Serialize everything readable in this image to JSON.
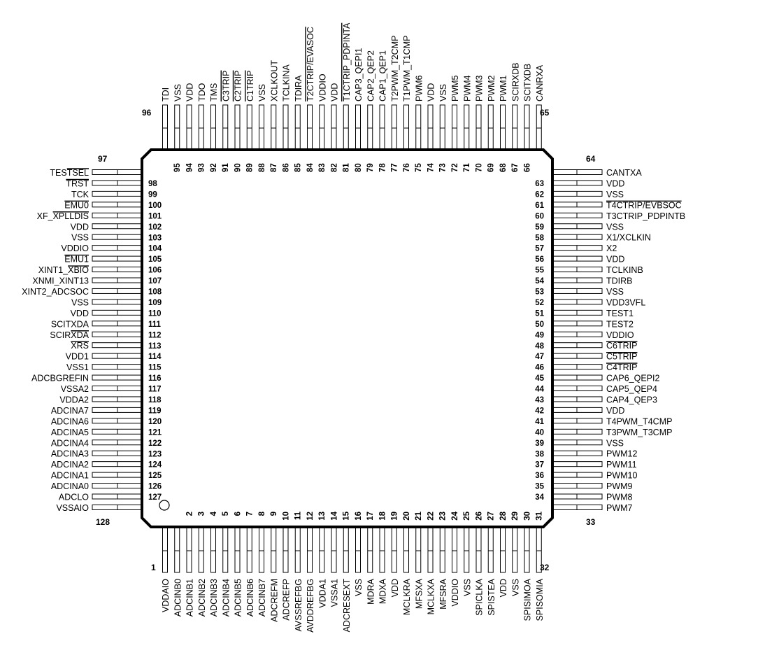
{
  "package": {
    "corner_numbers": {
      "top_left": "96",
      "top_right": "65",
      "left_top": "97",
      "right_top": "64",
      "left_bottom": "128",
      "right_bottom": "33",
      "bottom_left": "1",
      "bottom_right": "32"
    }
  },
  "pins": {
    "left": [
      {
        "num": "98",
        "label": "TESTSEL",
        "overline": "TSEL"
      },
      {
        "num": "99",
        "label": "TRST",
        "overline": "TRST"
      },
      {
        "num": "100",
        "label": "TCK"
      },
      {
        "num": "101",
        "label": "EMU0",
        "overline": "EMU0"
      },
      {
        "num": "102",
        "label": "XF_XPLLDIS",
        "overline": "XPLLDIS"
      },
      {
        "num": "103",
        "label": "VDD"
      },
      {
        "num": "104",
        "label": "VSS"
      },
      {
        "num": "105",
        "label": "VDDIO"
      },
      {
        "num": "106",
        "label": "EMU1",
        "overline": "EMU1"
      },
      {
        "num": "107",
        "label": "XINT1_XBIO",
        "overline": "XBIO"
      },
      {
        "num": "108",
        "label": "XNMI_XINT13"
      },
      {
        "num": "109",
        "label": "XINT2_ADCSOC"
      },
      {
        "num": "110",
        "label": "VSS"
      },
      {
        "num": "111",
        "label": "VDD"
      },
      {
        "num": "112",
        "label": "SCITXDA"
      },
      {
        "num": "113",
        "label": "SCIRXDA",
        "overline": "XDA"
      },
      {
        "num": "114",
        "label": "XRS",
        "overline": "XRS"
      },
      {
        "num": "115",
        "label": "VDD1"
      },
      {
        "num": "116",
        "label": "VSS1"
      },
      {
        "num": "117",
        "label": "ADCBGREFIN"
      },
      {
        "num": "118",
        "label": "VSSA2"
      },
      {
        "num": "119",
        "label": "VDDA2"
      },
      {
        "num": "120",
        "label": "ADCINA7"
      },
      {
        "num": "121",
        "label": "ADCINA6"
      },
      {
        "num": "122",
        "label": "ADCINA5"
      },
      {
        "num": "123",
        "label": "ADCINA4"
      },
      {
        "num": "124",
        "label": "ADCINA3"
      },
      {
        "num": "125",
        "label": "ADCINA2"
      },
      {
        "num": "126",
        "label": "ADCINA1"
      },
      {
        "num": "127",
        "label": "ADCINA0"
      },
      {
        "num": "",
        "label": "ADCLO"
      },
      {
        "num": "",
        "label": "VSSAIO"
      }
    ],
    "right": [
      {
        "num": "63",
        "label": "CANTXA"
      },
      {
        "num": "62",
        "label": "VDD"
      },
      {
        "num": "61",
        "label": "VSS"
      },
      {
        "num": "60",
        "label": "T4CTRIP/EVBSOC",
        "overline": "T4CTRIP/EVBSOC"
      },
      {
        "num": "59",
        "label": "T3CTRIP_PDPINTB"
      },
      {
        "num": "58",
        "label": "VSS"
      },
      {
        "num": "57",
        "label": "X1/XCLKIN"
      },
      {
        "num": "56",
        "label": "X2"
      },
      {
        "num": "55",
        "label": "VDD"
      },
      {
        "num": "54",
        "label": "TCLKINB"
      },
      {
        "num": "53",
        "label": "TDIRB"
      },
      {
        "num": "52",
        "label": "VSS"
      },
      {
        "num": "51",
        "label": "VDD3VFL"
      },
      {
        "num": "50",
        "label": "TEST1"
      },
      {
        "num": "49",
        "label": "TEST2"
      },
      {
        "num": "48",
        "label": "VDDIO"
      },
      {
        "num": "47",
        "label": "C6TRIP",
        "overline": "C6TRIP"
      },
      {
        "num": "46",
        "label": "C5TRIP",
        "overline": "C5TRIP"
      },
      {
        "num": "45",
        "label": "C4TRIP",
        "overline": "C4TRIP"
      },
      {
        "num": "44",
        "label": "CAP6_QEPI2"
      },
      {
        "num": "43",
        "label": "CAP5_QEP4"
      },
      {
        "num": "42",
        "label": "CAP4_QEP3"
      },
      {
        "num": "41",
        "label": "VDD"
      },
      {
        "num": "40",
        "label": "T4PWM_T4CMP"
      },
      {
        "num": "39",
        "label": "T3PWM_T3CMP"
      },
      {
        "num": "38",
        "label": "VSS"
      },
      {
        "num": "37",
        "label": "PWM12"
      },
      {
        "num": "36",
        "label": "PWM11"
      },
      {
        "num": "35",
        "label": "PWM10"
      },
      {
        "num": "34",
        "label": "PWM9"
      },
      {
        "num": "",
        "label": "PWM8"
      },
      {
        "num": "",
        "label": "PWM7"
      }
    ],
    "top": [
      {
        "num": "95",
        "label": "TDI"
      },
      {
        "num": "94",
        "label": "VSS"
      },
      {
        "num": "93",
        "label": "VDD"
      },
      {
        "num": "92",
        "label": "TDO"
      },
      {
        "num": "91",
        "label": "TMS"
      },
      {
        "num": "90",
        "label": "C3TRIP",
        "overline": "C3TRIP"
      },
      {
        "num": "89",
        "label": "C2TRIP",
        "overline": "C2TRIP"
      },
      {
        "num": "88",
        "label": "C1TRIP",
        "overline": "C1TRIP"
      },
      {
        "num": "87",
        "label": "VSS"
      },
      {
        "num": "86",
        "label": "XCLKOUT"
      },
      {
        "num": "85",
        "label": "TCLKINA"
      },
      {
        "num": "84",
        "label": "TDIRA"
      },
      {
        "num": "83",
        "label": "T2CTRIP/EVASOC",
        "overline": "T2CTRIP/EVASOC"
      },
      {
        "num": "82",
        "label": "VDDIO"
      },
      {
        "num": "81",
        "label": "VDD"
      },
      {
        "num": "80",
        "label": "T1CTRIP_PDPINTA",
        "overline": "T1CTRIP_PDPINTA"
      },
      {
        "num": "79",
        "label": "CAP3_QEPI1"
      },
      {
        "num": "78",
        "label": "CAP2_QEP2"
      },
      {
        "num": "77",
        "label": "CAP1_QEP1"
      },
      {
        "num": "76",
        "label": "T2PWM_T2CMP"
      },
      {
        "num": "75",
        "label": "T1PWM_T1CMP"
      },
      {
        "num": "74",
        "label": "PWM6"
      },
      {
        "num": "73",
        "label": "VDD"
      },
      {
        "num": "72",
        "label": "VSS"
      },
      {
        "num": "71",
        "label": "PWM5"
      },
      {
        "num": "70",
        "label": "PWM4"
      },
      {
        "num": "69",
        "label": "PWM3"
      },
      {
        "num": "68",
        "label": "PWM2"
      },
      {
        "num": "67",
        "label": "PWM1"
      },
      {
        "num": "66",
        "label": "SCIRXDB"
      },
      {
        "num": "",
        "label": "SCITXDB"
      },
      {
        "num": "",
        "label": "CANRXA"
      }
    ],
    "bottom": [
      {
        "num": "",
        "label": "VDDAIO"
      },
      {
        "num": "2",
        "label": "ADCINB0"
      },
      {
        "num": "3",
        "label": "ADCINB1"
      },
      {
        "num": "4",
        "label": "ADCINB2"
      },
      {
        "num": "5",
        "label": "ADCINB3"
      },
      {
        "num": "6",
        "label": "ADCINB4"
      },
      {
        "num": "7",
        "label": "ADCINB5"
      },
      {
        "num": "8",
        "label": "ADCINB6"
      },
      {
        "num": "9",
        "label": "ADCINB7"
      },
      {
        "num": "10",
        "label": "ADCREFM"
      },
      {
        "num": "11",
        "label": "ADCREFP"
      },
      {
        "num": "12",
        "label": "AVSSREFBG"
      },
      {
        "num": "13",
        "label": "AVDDREFBG"
      },
      {
        "num": "14",
        "label": "VDDA1"
      },
      {
        "num": "15",
        "label": "VSSA1"
      },
      {
        "num": "16",
        "label": "ADCRESEXT"
      },
      {
        "num": "17",
        "label": "VSS"
      },
      {
        "num": "18",
        "label": "MDRA"
      },
      {
        "num": "19",
        "label": "MDXA"
      },
      {
        "num": "20",
        "label": "VDD"
      },
      {
        "num": "21",
        "label": "MCLKRA"
      },
      {
        "num": "22",
        "label": "MFSXA"
      },
      {
        "num": "23",
        "label": "MCLKXA"
      },
      {
        "num": "24",
        "label": "MFSRA"
      },
      {
        "num": "25",
        "label": "VDDIO"
      },
      {
        "num": "26",
        "label": "VSS"
      },
      {
        "num": "27",
        "label": "SPICLKA"
      },
      {
        "num": "28",
        "label": "SPISTEA"
      },
      {
        "num": "29",
        "label": "VDD"
      },
      {
        "num": "30",
        "label": "VSS"
      },
      {
        "num": "31",
        "label": "SPISIMOA"
      },
      {
        "num": "",
        "label": "SPISOMIA"
      }
    ]
  }
}
